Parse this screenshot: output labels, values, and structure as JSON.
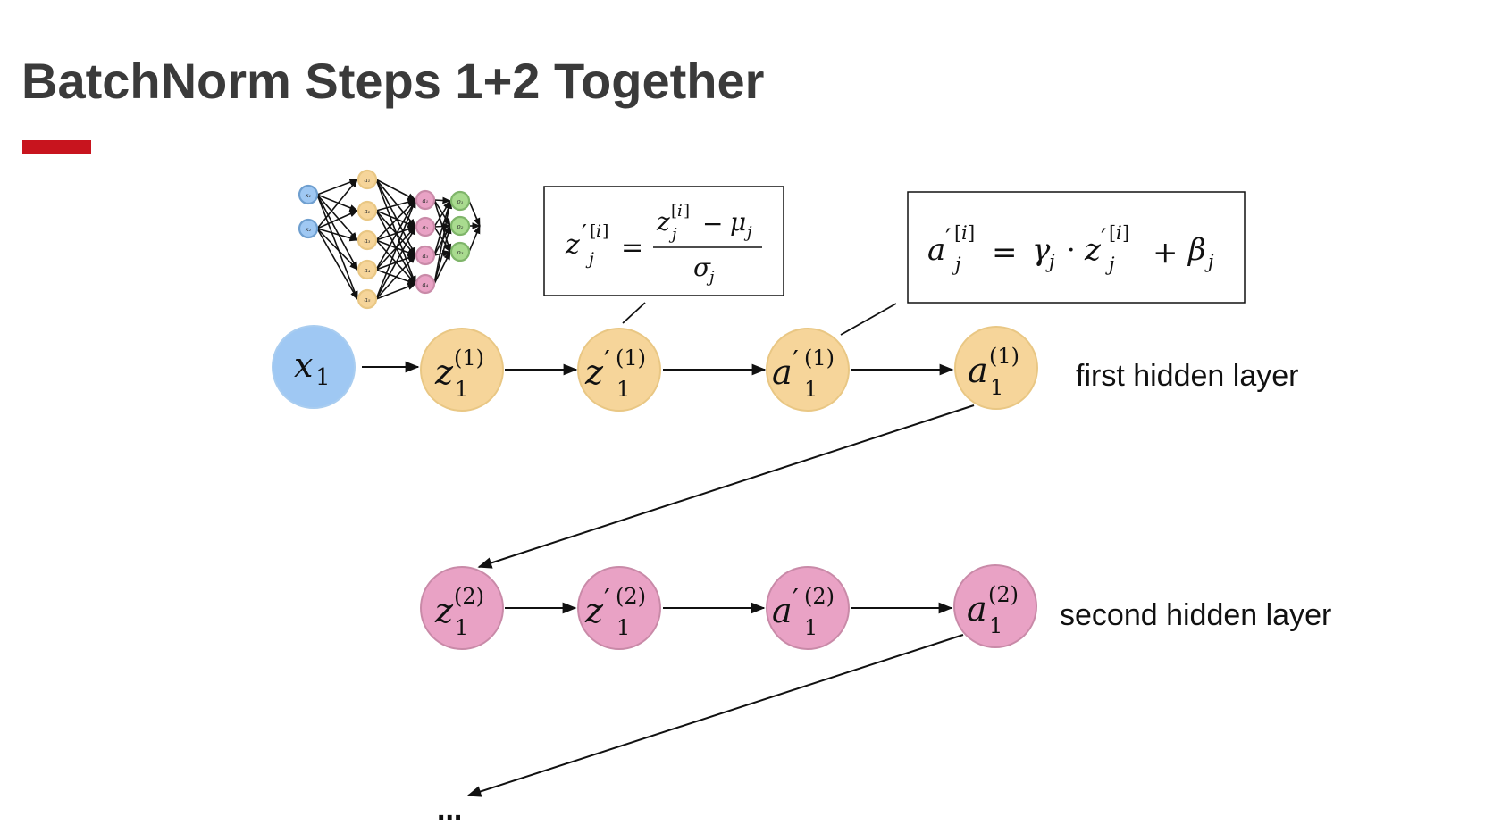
{
  "slide": {
    "title": "BatchNorm Steps 1+2 Together",
    "accent_color": "#c8141e"
  },
  "colors": {
    "input_node": "#9fc8f3",
    "input_stroke": "#a9cdf0",
    "layer1_node": "#f6d59a",
    "layer1_stroke": "#e9c784",
    "layer2_node": "#e9a2c5",
    "layer2_stroke": "#c98aa8",
    "output_node": "#a9db8f",
    "output_stroke": "#7fb56a"
  },
  "labels": {
    "first_layer": "first hidden layer",
    "second_layer": "second hidden layer",
    "continuation": "..."
  },
  "icon": {
    "name": "neural-network-icon",
    "input_labels": [
      "x₁",
      "x₂"
    ],
    "layer1_labels": [
      "a₁",
      "a₂",
      "a₃",
      "a₄",
      "a₅"
    ],
    "layer2_labels": [
      "a₁",
      "a₂",
      "a₃",
      "a₄"
    ],
    "output_labels": [
      "o₁",
      "o₂",
      "o₃"
    ]
  }
}
